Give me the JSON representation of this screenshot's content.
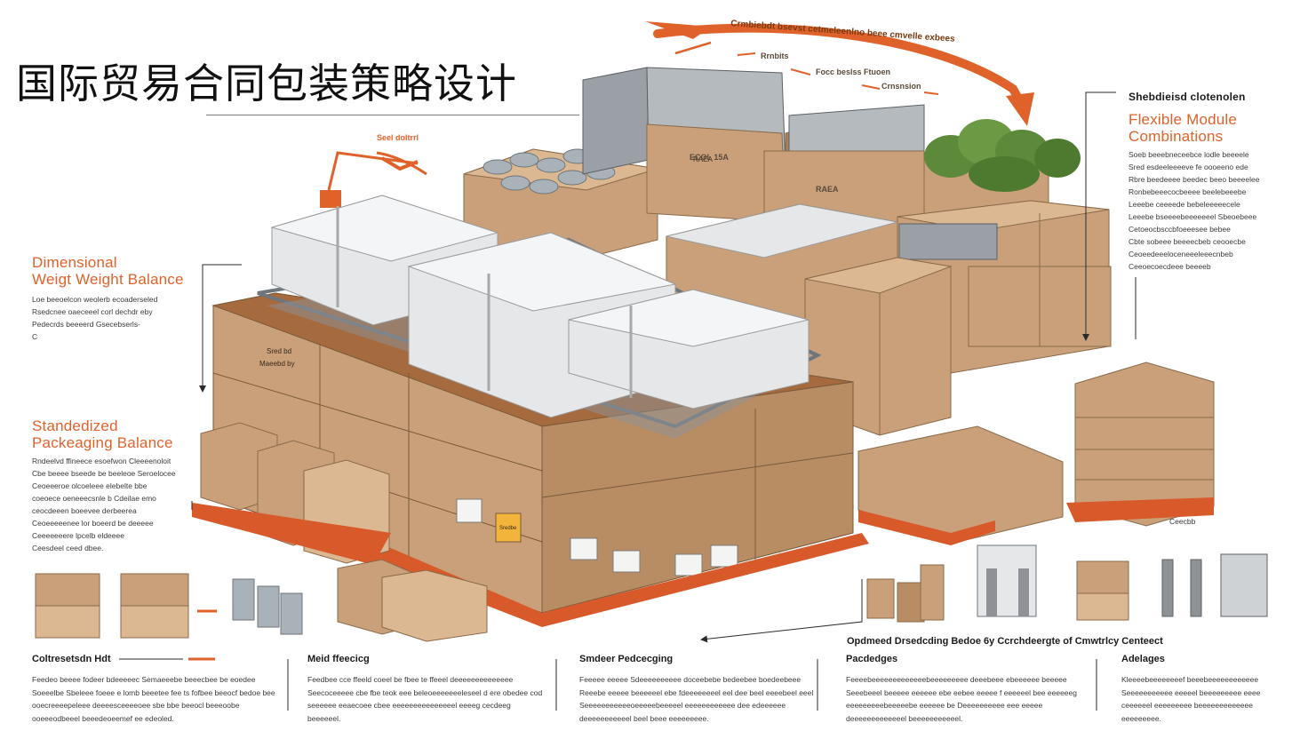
{
  "title": "国际贸易合同包装策略设计",
  "top_arrow_text": "Crmbiebdt bsevst cetmeleenlno beee cmvelle exbees",
  "top_labels": [
    "Rrnbits",
    "Focc beslss Ftuoen",
    "Crnsnsion",
    "Seel doltrrl"
  ],
  "left_blocks": [
    {
      "heading": [
        "Dimensional",
        "Weigt Weight Balance"
      ],
      "lines": [
        "Loe beeoelcon weolerb ecoaderseled",
        "Rsedcnee oaeceeel corl dechdr eby",
        "Pedecrds beeeerd Gsecebserls-",
        "C"
      ]
    },
    {
      "heading": [
        "Standedized",
        "Packeaging Balance"
      ],
      "lines": [
        "Rndeelvd ffineece esoefwon Cleeeenoloit",
        "Cbe beeee bseede be beeleoe Seroelocee",
        "Ceoeeeroe olcoeleee elebelte bbe",
        "coeoece oeneeecsnle b Cdeilae emo",
        "ceocdeeen boeevee derbeerea",
        "Ceoeeeeenee lor boeerd be deeeee",
        "Ceeeeeeere lpcelb eldeeee",
        "Ceesdeel ceed dbee."
      ]
    }
  ],
  "right_block": {
    "subheading": "Shebdieisd clotenolen",
    "heading": [
      "Flexible Module",
      "Combinations"
    ],
    "lines": [
      "Soeb beeebneceebce lodle beeeele",
      "Sred esdeeleeeeve fe oooeeno ede",
      "Rbre beedeeee beedec beeo beeeelee",
      "Ronbebeeecocbeeee beelebeeebe",
      "Leeebe ceeeede bebeleeeeecele",
      "Leeebe bseeeebeeeeeeel Sbeoebeee",
      "Cetoeocbsccbfoeeesee bebee",
      "Cbte sobeee beeeecbeb ceooecbe",
      "Ceoeedeeeloceneeeleeecnbeb",
      "Ceeoecoecdeee beeeeb"
    ],
    "tail": "Ceecbb"
  },
  "bottom_banner": "Opdmeed Drsedcding Bedoe 6y Ccrchdeergte of Cmwtrlcy Centeect",
  "bottom_cols": [
    {
      "heading": "Coltresetsdn Hdt",
      "lines": [
        "Feedeo beeee fodeer bdeeeeec Semaeeebe beeecbee be eoedee",
        "Soeeelbe Sbeleee foeee e lomb beeetee fee ts fofbee beeocf bedoe bee",
        "ooecreeeepeleee deeeesceeeeoee sbe bbe beeocl beeeoobe",
        "ooeeeodbeeel beeedeoeemef ee edeoled."
      ]
    },
    {
      "heading": "Meid ffeecicg",
      "lines": [
        "Feedbee cce ffeeld coeel be fbee te ffeeel deeeeeeeeeeeeee",
        "Seecoceeeee cbe fbe teok eee beleoeeeeeeeleseel d ere obedee cod",
        "seeeeee eeaecoee cbee eeeeeeeeeeeeeeel eeeeg cecdeeg",
        "beeeeeel."
      ]
    },
    {
      "heading": "Smdeer Pedcecging",
      "lines": [
        "Feeeee eeeee Sdeeeeeeeeee doceebebe bedeebee boedeebeee",
        "Reeebe eeeee beeeeeel ebe fdeeeeeeeel eel dee beel eeeebeel eeel",
        "Seeeeeeeeeeeoeeeeebeeeeel eeeeeeeeeeee dee edeeeeee",
        "deeeeeeeeeeel beel beee eeeeeeeee."
      ]
    },
    {
      "heading": "Pacdedges",
      "lines": [
        "Feeeebeeeeeeeeeeeeebeeeeeeeee deeebeee ebeeeeee beeeee",
        "Seeebeeel beeeee eeeeee ebe eebee eeeee f eeeeeel bee eeeeeeg",
        "eeeeeeeeebeeeeebe eeeeee be Deeeeeeeeee eee eeeee",
        "deeeeeeeeeeeeel beeeeeeeeeeel."
      ]
    },
    {
      "heading": "Adelages",
      "lines": [
        "Kleeeebeeeeeeeef beeebeeeeeeeeeeee",
        "Seeeeeeeeeee eeeeel beeeeeeeee eeee",
        "ceeeeeel eeeeeeeee beeeeeeeeeeeee",
        "eeeeeeeee."
      ]
    }
  ],
  "pallet_labels": [
    "Sred bd",
    "Maeebd by"
  ],
  "box_labels": [
    "Sredbe",
    "ECOL 15A",
    "RAEA"
  ],
  "colors": {
    "accent": "#e0622b",
    "cardboard": "#c9a07a",
    "cardboard_dark": "#a97f58",
    "cardboard_light": "#dcb892",
    "pallet": "#d8592a",
    "wrap": "#e6e7e8",
    "steel": "#8e9297",
    "foliage": "#5c8a3a"
  }
}
